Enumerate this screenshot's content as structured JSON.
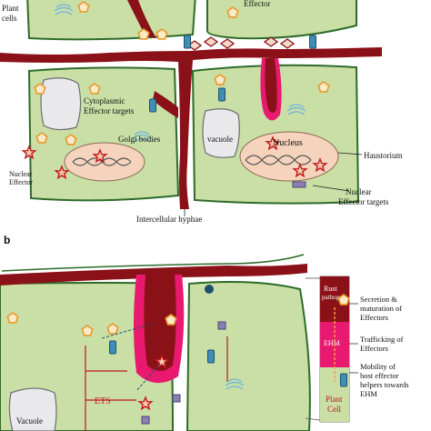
{
  "panel_a": {
    "cells_label_line1": "Plant",
    "cells_label_line2": "cells",
    "effector_label": "Effector",
    "cytoplasmic_line1": "Cytoplasmic",
    "cytoplasmic_line2": "Effector targets",
    "golgi_label": "Golgi bodies",
    "vacuole_label": "vacuole",
    "nucleus_label": "Nucleus",
    "nuclear_effector_line1": "Nuclear",
    "nuclear_effector_line2": "Effector",
    "haustorium_label": "Haustorium",
    "nuclear_targets_line1": "Nuclear",
    "nuclear_targets_line2": "Effector targets",
    "hyphae_label": "Intercellular hyphae"
  },
  "panel_b": {
    "panel_letter": "b",
    "vacuole_label": "Vacuole",
    "ets_label": "ETS",
    "legend": {
      "rust_line1": "Rust",
      "rust_line2": "pathogen",
      "ehm_label": "EHM",
      "plant_line1": "Plant",
      "plant_line2": "Cell",
      "step1_line1": "Secretion  &",
      "step1_line2": "maturation of",
      "step1_line3": "Effectors",
      "step2_line1": "Trafficking of",
      "step2_line2": "Effectors",
      "step3_line1": "Mobility of",
      "step3_line2": "host effector",
      "step3_line3": "helpers towards",
      "step3_line4": "EHM"
    }
  },
  "colors": {
    "cell_fill": "#c9dfa6",
    "cell_stroke": "#2e6b2a",
    "hyphae": "#8b1118",
    "ehm_pink": "#e8196e",
    "nucleus_fill": "#f5d3bc",
    "effector_orange": "#f0a33a",
    "target_blue": "#3f8fb5"
  }
}
